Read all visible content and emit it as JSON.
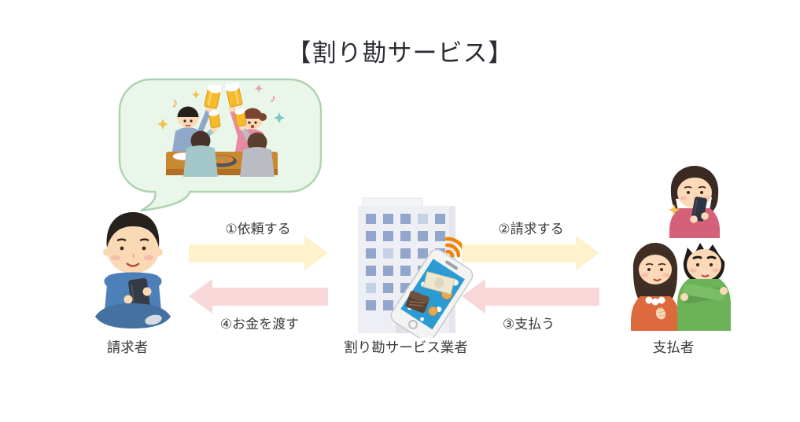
{
  "title": "【割り勘サービス】",
  "actors": {
    "requester": {
      "label": "請求者"
    },
    "service": {
      "label": "割り勘サービス業者"
    },
    "payers": {
      "label": "支払者"
    }
  },
  "flows": [
    {
      "step": "1",
      "label": "①依頼する",
      "from": "requester",
      "to": "service",
      "direction": "right"
    },
    {
      "step": "2",
      "label": "②請求する",
      "from": "service",
      "to": "payers",
      "direction": "right"
    },
    {
      "step": "3",
      "label": "③支払う",
      "from": "payers",
      "to": "service",
      "direction": "left"
    },
    {
      "step": "4",
      "label": "④お金を渡す",
      "from": "service",
      "to": "requester",
      "direction": "left"
    }
  ],
  "colors": {
    "request_arrow": "#fdf2cb",
    "payment_arrow": "#f7d7d8",
    "bubble_fill": "#eaf6ea",
    "bubble_border": "#aed3b2",
    "text": "#3a3a3a"
  },
  "illustrations": {
    "bubble_scene": "drinking-party",
    "requester": "man-sitting-with-smartphone",
    "service": "office-building-with-payment-smartphone",
    "payers": "three-people-group"
  }
}
